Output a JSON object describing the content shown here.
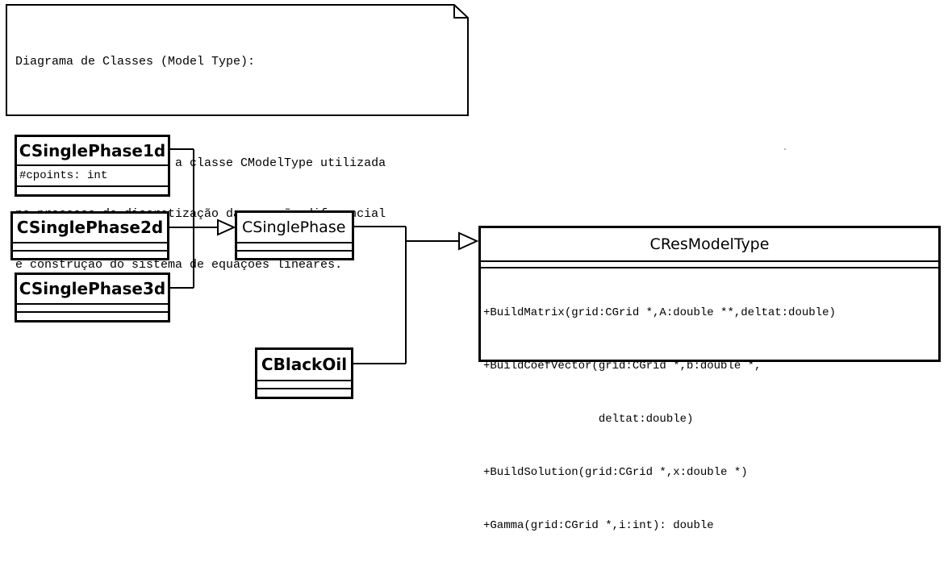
{
  "note": {
    "title": "Diagrama de Classes (Model Type):",
    "lines": [
      "Esse diagrama detalha a classe CModelType utilizada",
      "no processo de discretização da equação diferencial",
      "e construção do sistema de equações lineares."
    ]
  },
  "classes": {
    "single1d": {
      "name": "CSinglePhase1d",
      "attributes": [
        "#cpoints: int"
      ]
    },
    "single2d": {
      "name": "CSinglePhase2d"
    },
    "single3d": {
      "name": "CSinglePhase3d"
    },
    "singlephase": {
      "name": "CSinglePhase"
    },
    "blackoil": {
      "name": "CBlackOil"
    },
    "resmodel": {
      "name": "CResModelType",
      "operations": [
        "+BuildMatrix(grid:CGrid *,A:double **,deltat:double)",
        "+BuildCoefVector(grid:CGrid *,b:double *,",
        "                 deltat:double)",
        "+BuildSolution(grid:CGrid *,x:double *)",
        "+Gamma(grid:CGrid *,i:int): double"
      ]
    }
  }
}
